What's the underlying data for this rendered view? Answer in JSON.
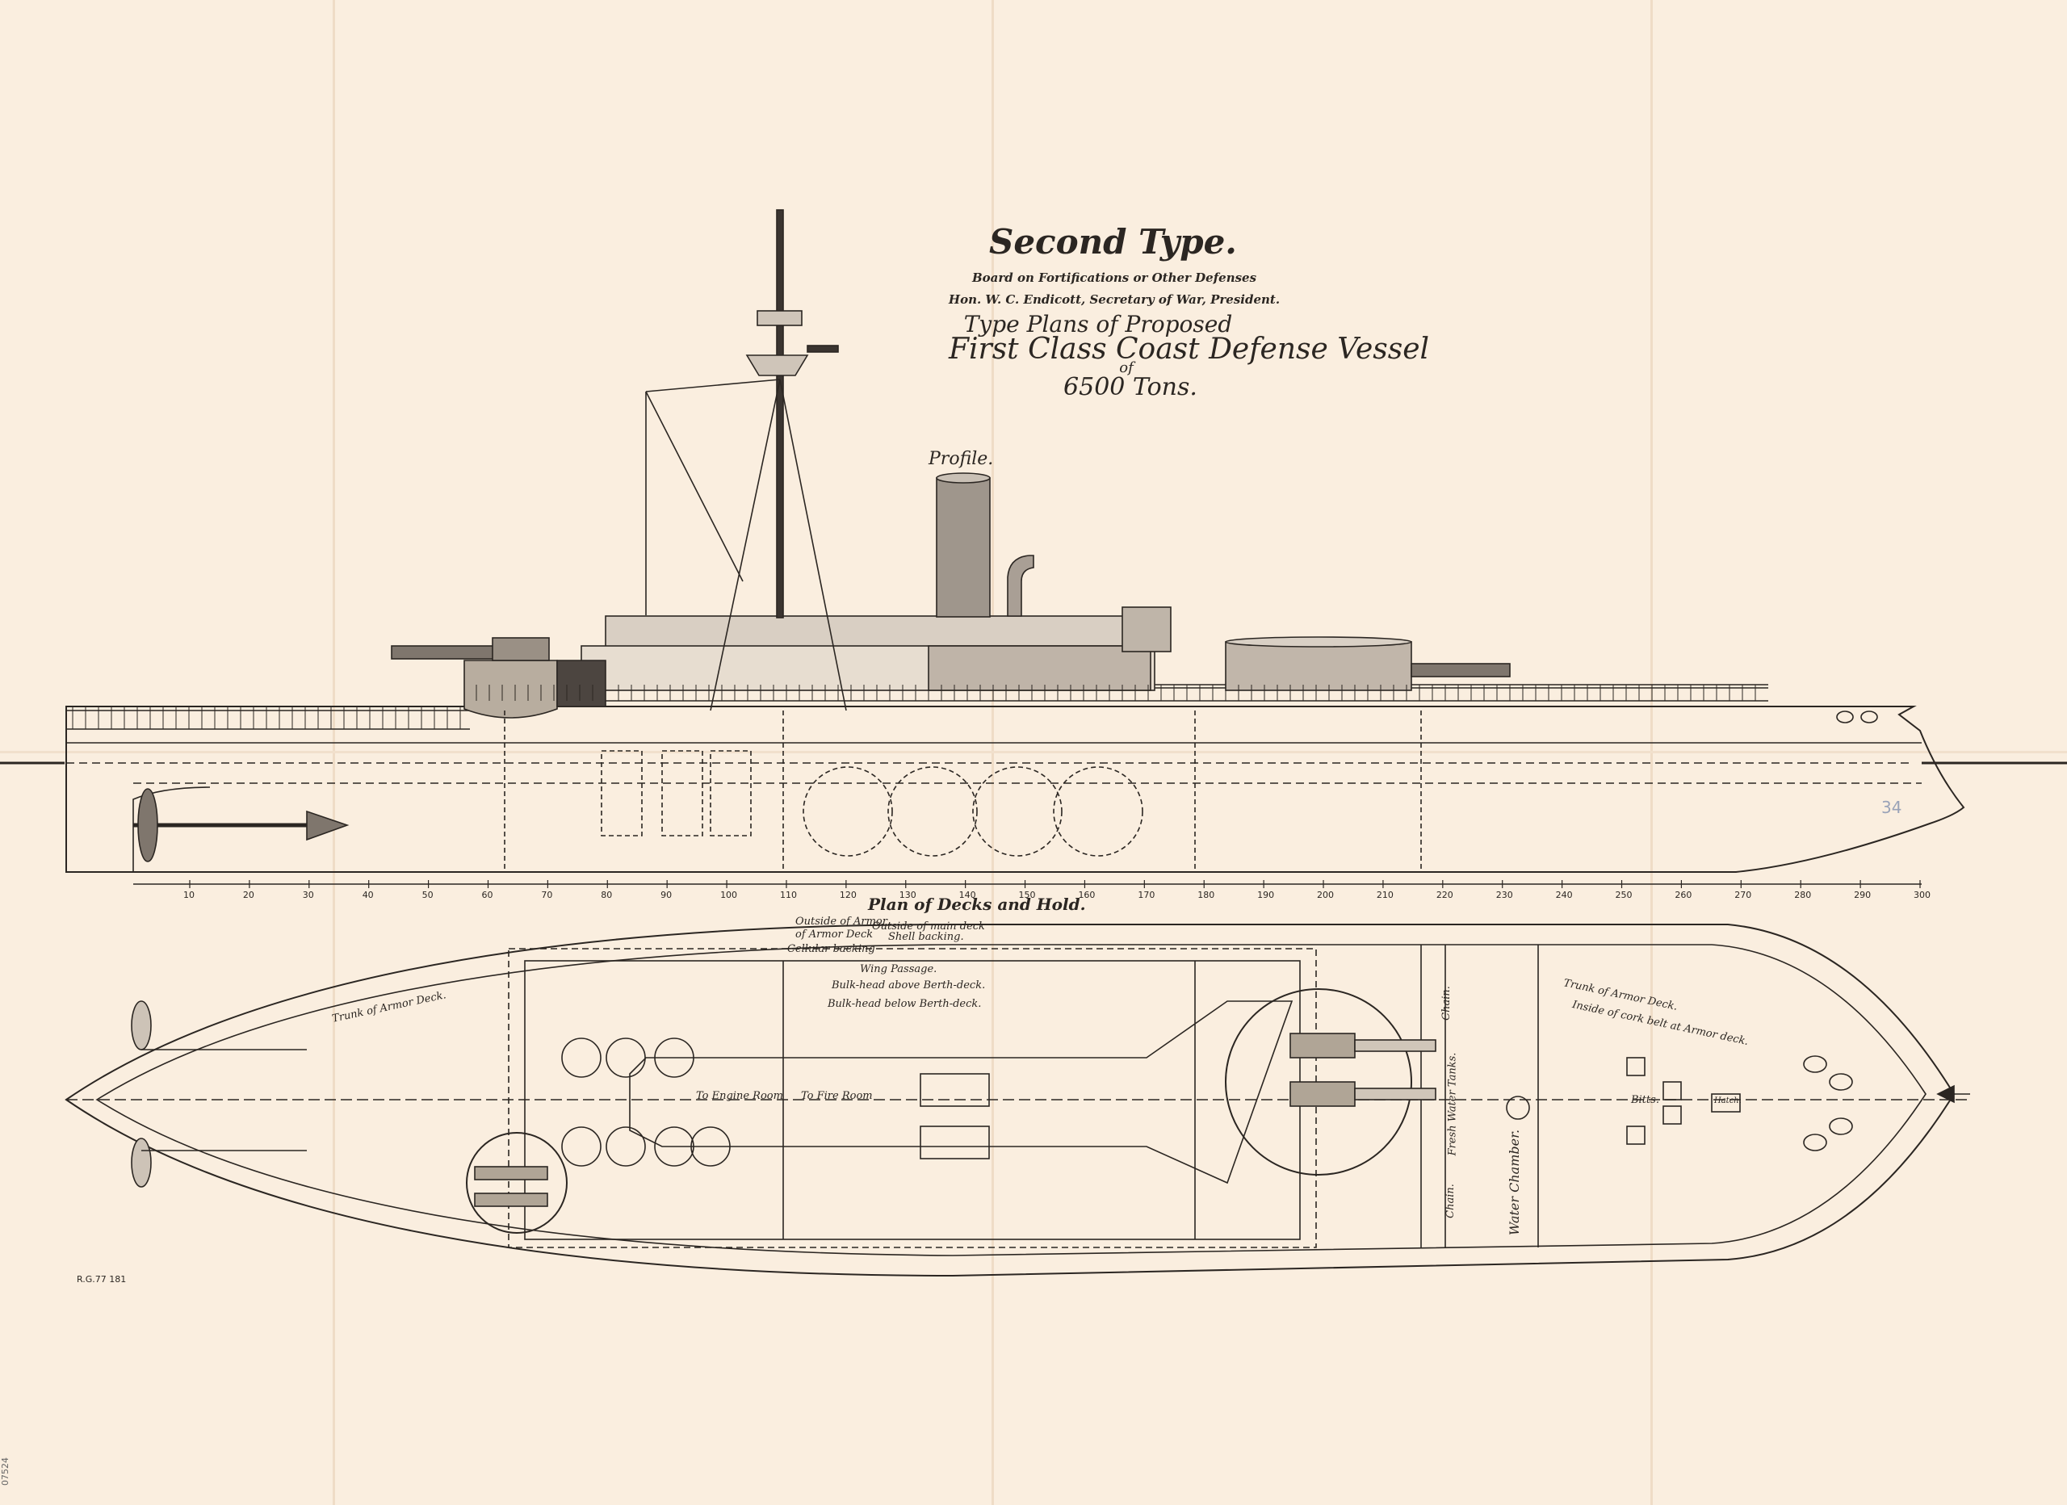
{
  "title": {
    "main": "Second Type.",
    "board_line1": "Board on Fortifications or Other Defenses",
    "board_line2": "Hon. W. C. Endicott, Secretary of War, President.",
    "type_plans": "Type Plans of Proposed",
    "vessel": "First Class Coast Defense Vessel",
    "of": "of",
    "tons": "6500 Tons."
  },
  "profile_label": "Profile.",
  "plan_label": "Plan of Decks and Hold.",
  "frame_scale": [
    "10",
    "20",
    "30",
    "40",
    "50",
    "60",
    "70",
    "80",
    "90",
    "100",
    "110",
    "120",
    "130",
    "140",
    "150",
    "160",
    "170",
    "180",
    "190",
    "200",
    "210",
    "220",
    "230",
    "240",
    "250",
    "260",
    "270",
    "280",
    "290",
    "300"
  ],
  "plan_labels": {
    "outside_armor": "Outside of Armor",
    "armor_deck": "of Armor Deck",
    "outside_main_deck": "Outside of main deck",
    "shell_backing": "Shell backing.",
    "cellular_backing": "Cellular backing",
    "wing_passage": "Wing Passage.",
    "bulkhead_above": "Bulk-head above Berth-deck.",
    "bulkhead_below": "Bulk-head below Berth-deck.",
    "trunk_left": "Trunk of Armor Deck.",
    "trunk_right": "Trunk of Armor Deck.",
    "inside_cork": "Inside of cork belt at Armor deck.",
    "engine_room": "To Engine Room",
    "fire_room": "To Fire Room",
    "chain": "Chain.",
    "chain2": "Chain.",
    "fresh_water": "Fresh Water Tanks.",
    "water_chamber": "Water Chamber.",
    "bitts": "Bitts.",
    "hatch": "Hatch."
  },
  "marks": {
    "catalog_note": "R.G.77 181",
    "sheet_number": "34",
    "corner_number": "07524"
  }
}
